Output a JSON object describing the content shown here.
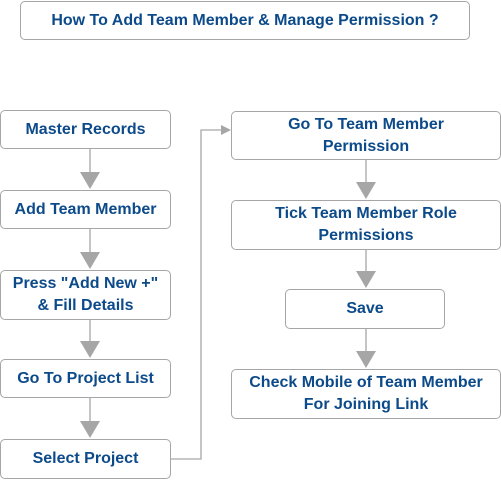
{
  "title": "How To Add Team Member & Manage Permission ?",
  "colors": {
    "text": "#0c4a8a",
    "border": "#a6a6a6",
    "connector": "#a6a6a6",
    "background": "#ffffff"
  },
  "steps_left": [
    {
      "label": "Master Records"
    },
    {
      "label": "Add Team Member"
    },
    {
      "label": "Press \"Add New +\"\n& Fill Details"
    },
    {
      "label": "Go To Project List"
    },
    {
      "label": "Select Project"
    }
  ],
  "steps_right": [
    {
      "label": "Go To Team Member\nPermission"
    },
    {
      "label": "Tick Team Member Role\nPermissions"
    },
    {
      "label": "Save"
    },
    {
      "label": "Check Mobile of Team Member\nFor Joining Link"
    }
  ]
}
